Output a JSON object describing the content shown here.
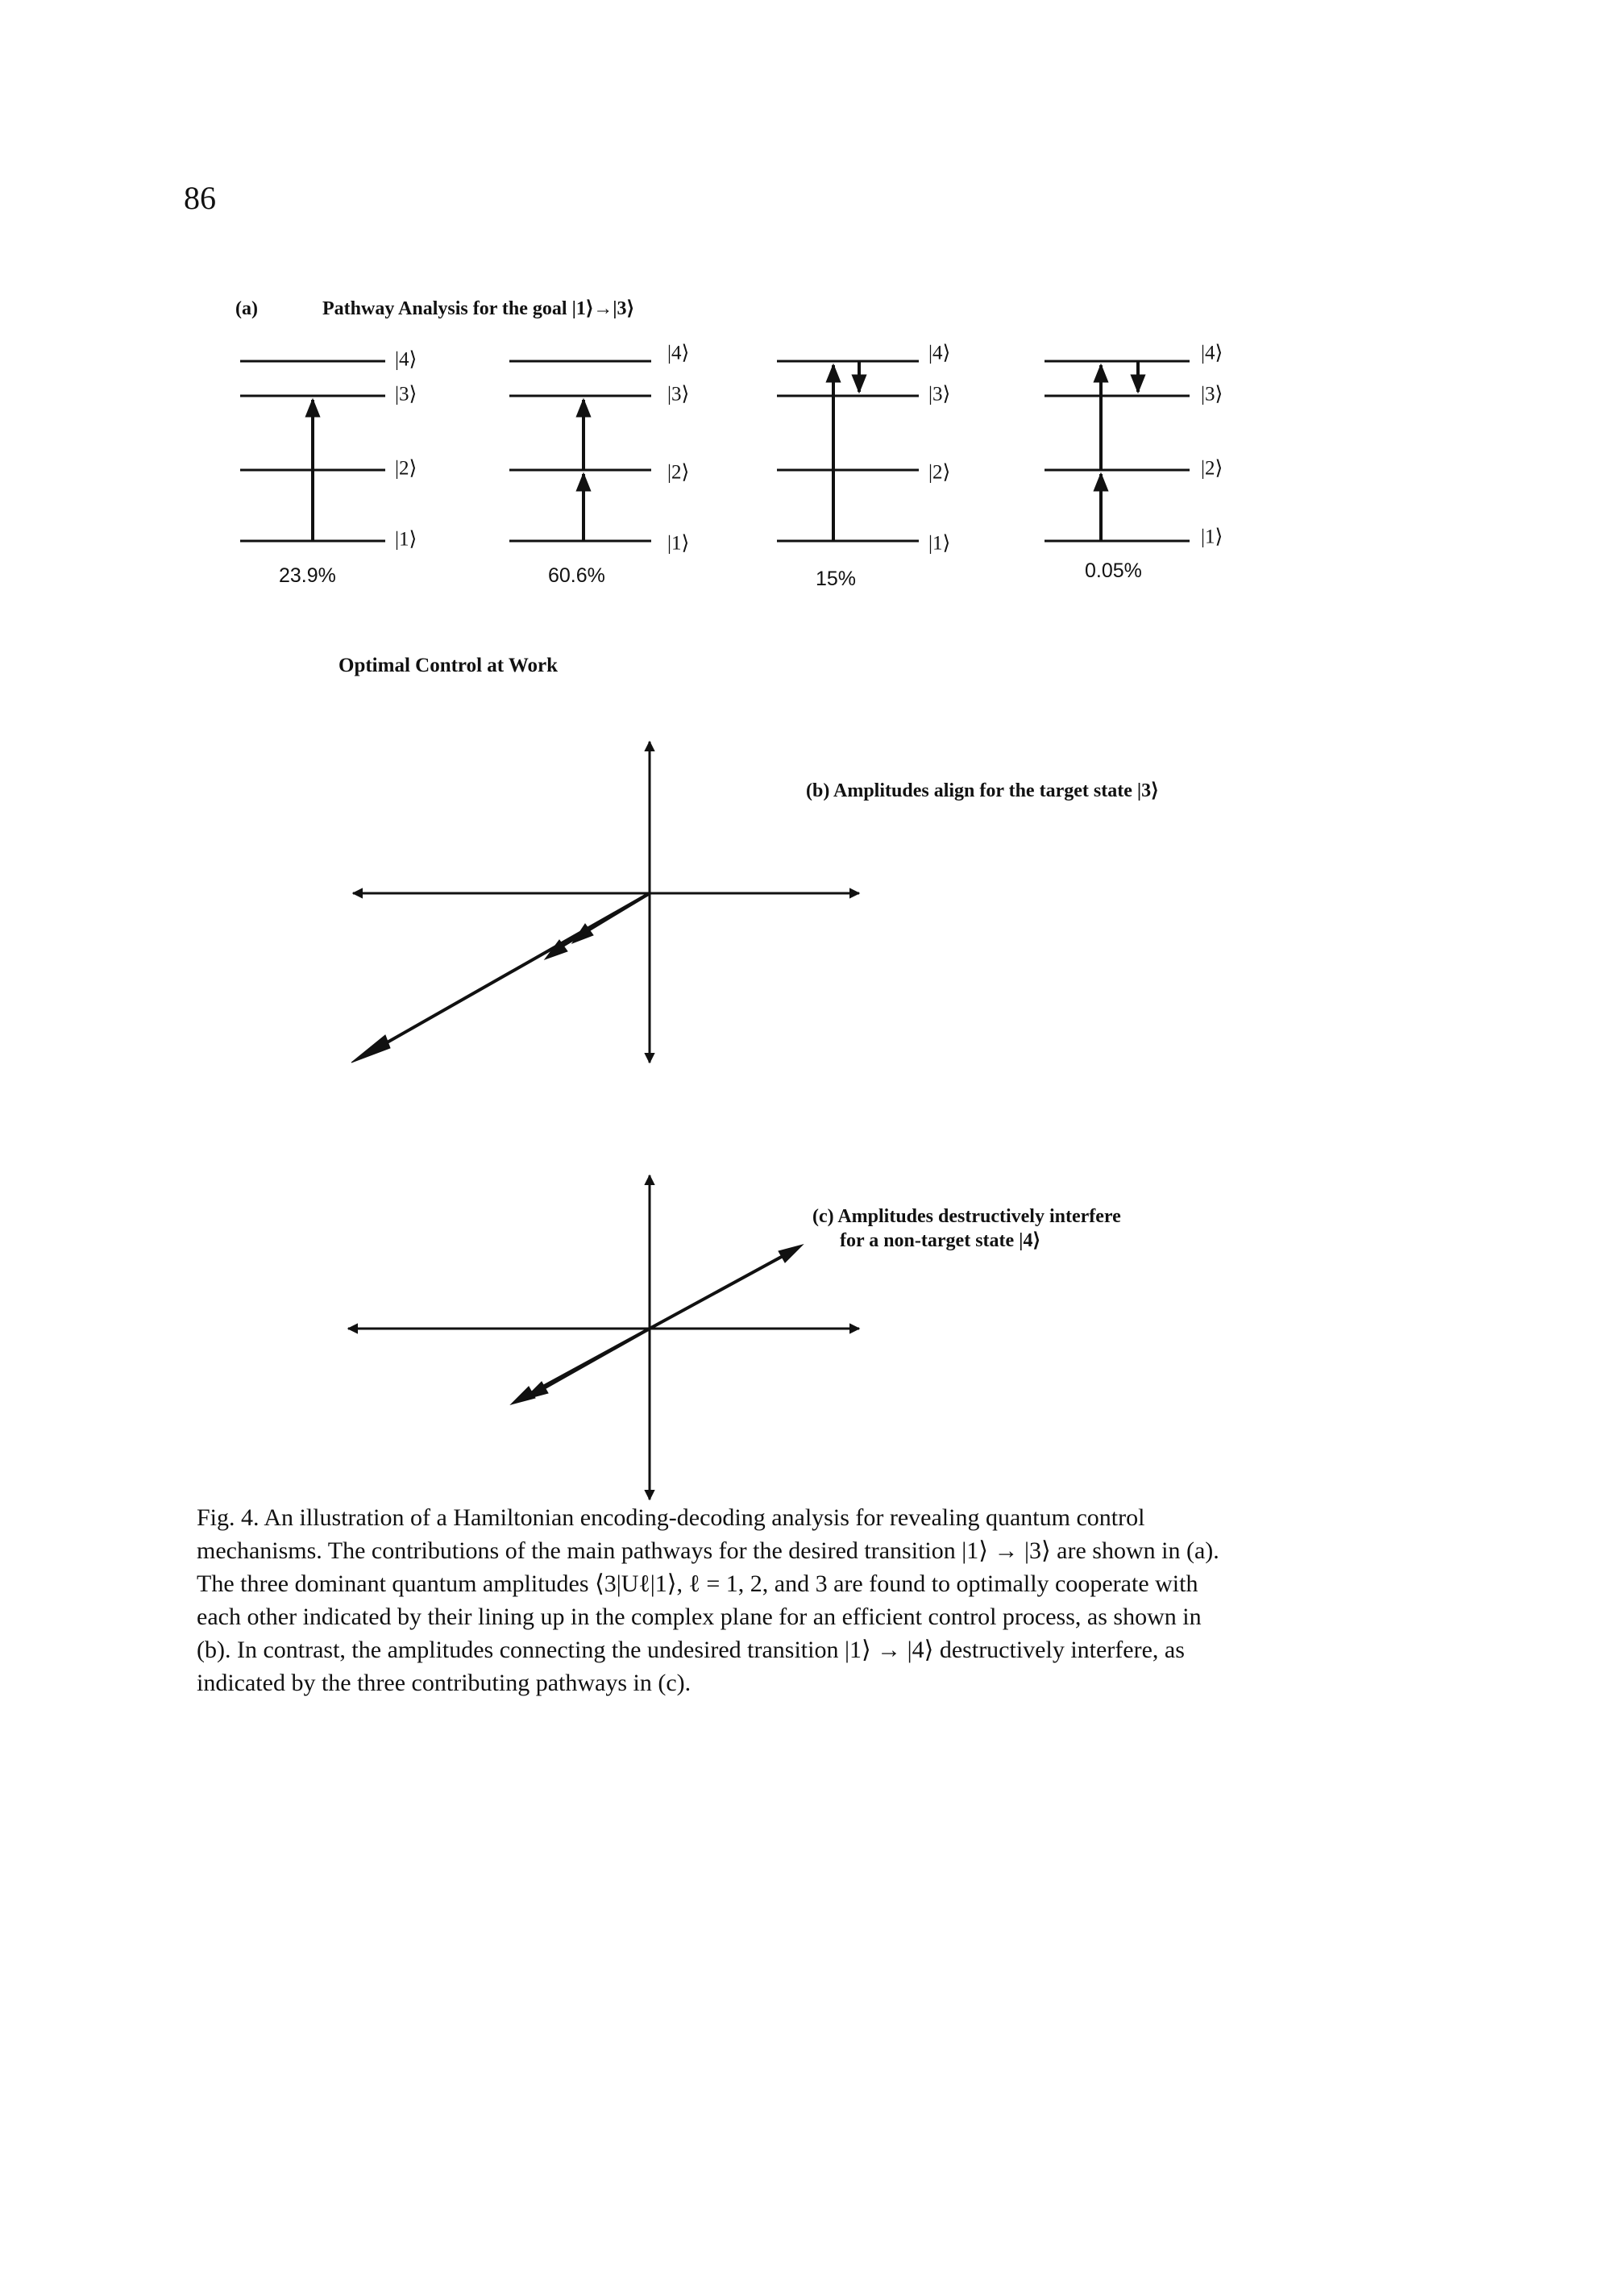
{
  "page_number": "86",
  "panel_a": {
    "tag": "(a)",
    "title": "Pathway Analysis for the goal |1⟩→|3⟩",
    "level_labels": [
      "|4⟩",
      "|3⟩",
      "|2⟩",
      "|1⟩"
    ],
    "diagrams": [
      {
        "percent": "23.9%"
      },
      {
        "percent": "60.6%"
      },
      {
        "percent": "15%"
      },
      {
        "percent": "0.05%"
      }
    ]
  },
  "subheading": "Optimal Control at Work",
  "panel_b": {
    "label": "(b) Amplitudes align for the target state |3⟩"
  },
  "panel_c": {
    "label_line1": "(c) Amplitudes destructively interfere",
    "label_line2": "for a non-target state |4⟩"
  },
  "caption": {
    "line1": "Fig. 4.  An illustration of a Hamiltonian encoding-decoding analysis for revealing quantum control",
    "line2": "mechanisms. The contributions of the main pathways for the desired transition |1⟩ → |3⟩ are shown in (a).",
    "line3": "The three dominant quantum amplitudes ⟨3|Uℓ|1⟩, ℓ = 1, 2, and 3 are found to optimally cooperate with",
    "line4": "each other indicated by their lining up in the complex plane for an efficient control process, as shown in",
    "line5": "(b).  In contrast, the amplitudes connecting the undesired transition |1⟩ → |4⟩ destructively interfere, as",
    "line6": "indicated by the three contributing pathways in (c)."
  }
}
